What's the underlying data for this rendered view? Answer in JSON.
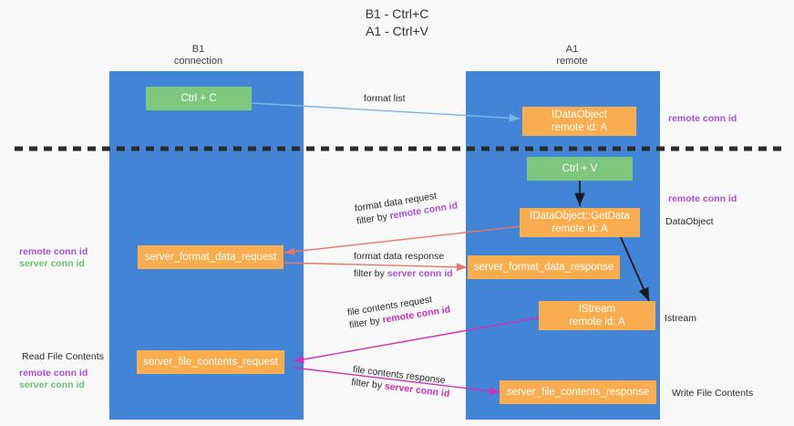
{
  "title": {
    "line1": "B1 - Ctrl+C",
    "line2": "A1 - Ctrl+V"
  },
  "lanes": [
    {
      "name": "b1",
      "title": "B1",
      "subtitle": "connection"
    },
    {
      "name": "a1",
      "title": "A1",
      "subtitle": "remote"
    }
  ],
  "boxes": {
    "ctrl_c": {
      "line1": "Ctrl + C",
      "color": "#7ec77f"
    },
    "idataobject_top": {
      "line1": "IDataObject",
      "line2": "remote id: A",
      "color": "#f9ad4e"
    },
    "ctrl_v": {
      "line1": "Ctrl + V",
      "color": "#7ec77f"
    },
    "getdata": {
      "line1": "IDataObject::GetData",
      "line2": "remote id: A",
      "color": "#f9ad4e"
    },
    "server_format_data_request": {
      "line1": "server_format_data_request",
      "color": "#f9ad4e"
    },
    "server_format_data_response": {
      "line1": "server_format_data_response",
      "color": "#f9ad4e"
    },
    "istream": {
      "line1": "IStream",
      "line2": "remote id: A",
      "color": "#f9ad4e"
    },
    "server_file_contents_request": {
      "line1": "server_file_contents_request",
      "color": "#f9ad4e"
    },
    "server_file_contents_response": {
      "line1": "server_file_contents_response",
      "color": "#f9ad4e"
    }
  },
  "edges": {
    "format_list": {
      "label": "format list"
    },
    "format_data_request": {
      "label": "format data request",
      "filter_prefix": "filter by ",
      "filter_key": "remote conn id"
    },
    "format_data_response": {
      "label": "format data response",
      "filter_prefix": "filter by ",
      "filter_key": "server conn id"
    },
    "file_contents_request": {
      "label": "file contents request",
      "filter_prefix": "filter by ",
      "filter_key": "remote conn id"
    },
    "file_contents_response": {
      "label": "file contents response",
      "filter_prefix": "filter by ",
      "filter_key": "server conn id"
    }
  },
  "side_labels": {
    "right_remote_conn_1": "remote conn id",
    "right_remote_conn_2": "remote conn id",
    "right_dataobject": "DataObject",
    "right_istream": "Istream",
    "right_write_file_contents": "Write File Contents",
    "left_remote_conn_1": "remote conn id",
    "left_server_conn_1": "server conn id",
    "left_read_file_contents": "Read File Contents",
    "left_remote_conn_2": "remote conn id",
    "left_server_conn_2": "server conn id"
  },
  "colors": {
    "lane": "#4285d6",
    "orange": "#f9ad4e",
    "green": "#7ec77f",
    "purple": "#a94fd4",
    "magenta": "#cf2fb4",
    "green_text": "#6fbf73",
    "red_arrow": "#e8746a",
    "blue_arrow": "#7ab6e8",
    "black_arrow": "#1a1a1a",
    "divider": "#2b2b2b"
  }
}
